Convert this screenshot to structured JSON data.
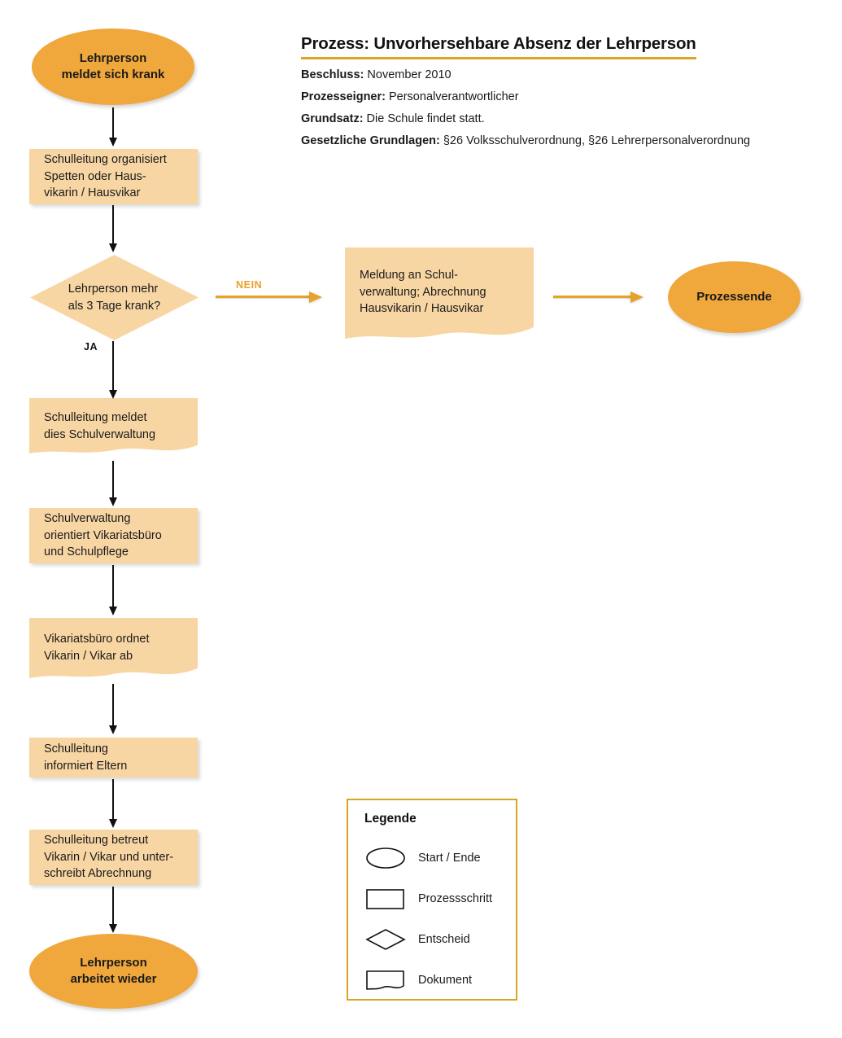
{
  "header": {
    "title": "Prozess: Unvorhersehbare Absenz der Lehrperson",
    "underline_color": "#D9A323",
    "meta": [
      {
        "label": "Beschluss:",
        "value": " November 2010"
      },
      {
        "label": "Prozesseigner:",
        "value": " Personalverantwortlicher"
      },
      {
        "label": "Grundsatz:",
        "value": " Die Schule findet statt."
      },
      {
        "label": "Gesetzliche Grundlagen:",
        "value": " §26 Volksschulverordnung, §26 Lehrerpersonalverordnung"
      }
    ]
  },
  "colors": {
    "terminator_fill": "#F0A73C",
    "node_fill": "#F8D6A4",
    "accent_orange": "#E8A12A",
    "legend_border": "#D9A323",
    "connector": "#111111"
  },
  "nodes": {
    "start": {
      "shape": "oval",
      "text": "Lehrperson\nmeldet sich krank"
    },
    "step_organise": {
      "shape": "process",
      "text": "Schulleitung organisiert\nSpetten oder Haus-\nvikarin / Hausvikar"
    },
    "decision_days": {
      "shape": "decision",
      "text": "Lehrperson mehr\nals 3 Tage krank?"
    },
    "doc_meldung": {
      "shape": "document",
      "text": "Meldung an Schul-\nverwaltung; Abrechnung\nHausvikarin / Hausvikar"
    },
    "end_process": {
      "shape": "oval",
      "text": "Prozessende"
    },
    "doc_meldet": {
      "shape": "document",
      "text": "Schulleitung meldet\ndies Schulverwaltung"
    },
    "step_orientiert": {
      "shape": "process",
      "text": "Schulverwaltung\norientiert Vikariatsbüro\nund Schulpflege"
    },
    "doc_ordnet": {
      "shape": "document",
      "text": "Vikariatsbüro ordnet\nVikarin / Vikar ab"
    },
    "step_eltern": {
      "shape": "process",
      "text": "Schulleitung\ninformiert Eltern"
    },
    "step_betreut": {
      "shape": "process",
      "text": "Schulleitung betreut\nVikarin / Vikar und unter-\nschreibt Abrechnung"
    },
    "end_working": {
      "shape": "oval",
      "text": "Lehrperson\narbeitet wieder"
    }
  },
  "branches": {
    "yes_label": "JA",
    "no_label": "NEIN"
  },
  "legend": {
    "title": "Legende",
    "items": [
      {
        "glyph": "ellipse-icon",
        "label": "Start / Ende"
      },
      {
        "glyph": "rectangle-icon",
        "label": "Prozessschritt"
      },
      {
        "glyph": "diamond-icon",
        "label": "Entscheid"
      },
      {
        "glyph": "document-icon",
        "label": "Dokument"
      }
    ]
  }
}
